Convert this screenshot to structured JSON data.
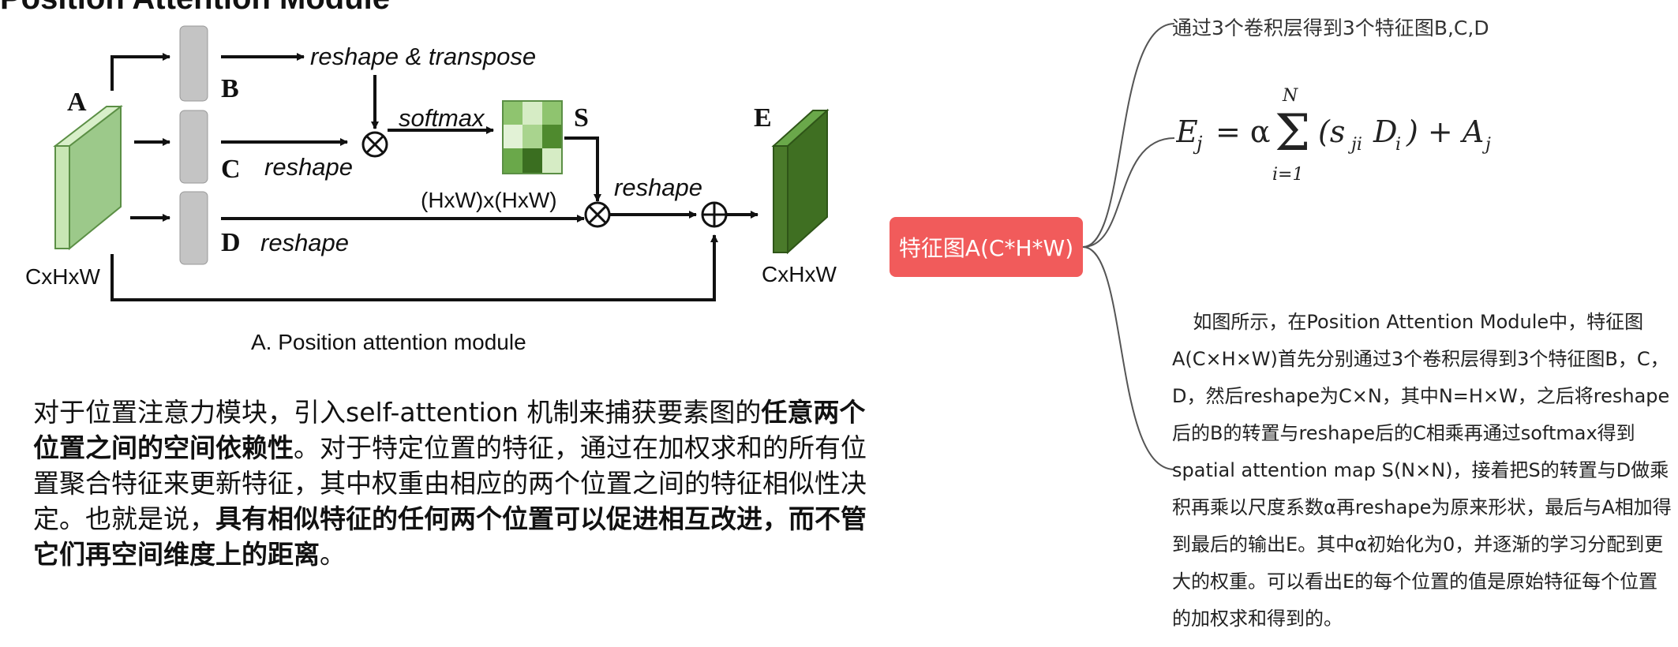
{
  "page_title": "Position Attention Module",
  "diagram": {
    "label_a": "A",
    "label_b": "B",
    "label_c": "C",
    "label_d": "D",
    "label_s": "S",
    "label_e": "E",
    "reshape_transpose": "reshape & transpose",
    "softmax": "softmax",
    "reshape_c": "reshape",
    "reshape_d": "reshape",
    "reshape_after": "reshape",
    "hwxhw": "(HxW)x(HxW)",
    "input_dim": "CxHxW",
    "output_dim": "CxHxW",
    "caption": "A. Position attention module"
  },
  "paragraph": {
    "p1": "对于位置注意力模块，引入self-attention 机制来捕获要素图的",
    "b1": "任意两个位置之间的空间依赖性",
    "p2": "。对于特定位置的特征，通过在加权求和的所有位置聚合特征来更新特征，其中权重由相应的两个位置之间的特征相似性决定。也就是说，",
    "b2": "具有相似特征的任何两个位置可以促进相互改进，而不管它们再空间维度上的距离",
    "p3": "。"
  },
  "mindmap": {
    "root": "特征图A(C*H*W)",
    "branch1": "通过3个卷积层得到3个特征图B,C,D",
    "formula_lhs": "E",
    "formula_sub_j": "j",
    "formula_eq": "= α",
    "formula_sum_top": "N",
    "formula_sum_bottom": "i=1",
    "formula_body": "(s",
    "formula_body_sub": "ji",
    "formula_body_d": "D",
    "formula_body_di": "i",
    "formula_tail": ") + A",
    "formula_tail_sub": "j",
    "description": "如图所示，在Position Attention Module中，特征图A(C×H×W)首先分别通过3个卷积层得到3个特征图B，C，D，然后reshape为C×N，其中N=H×W，之后将reshape后的B的转置与reshape后的C相乘再通过softmax得到spatial attention map S(N×N)，接着把S的转置与D做乘积再乘以尺度系数α再reshape为原来形状，最后与A相加得到最后的输出E。其中α初始化为0，并逐渐的学习分配到更大的权重。可以看出E的每个位置的值是原始特征每个位置的加权求和得到的。"
  },
  "colors": {
    "root_node": "#f15b5b",
    "feature_green_light": "#c8e6b4",
    "feature_green_dark": "#4a7a2a",
    "conv_gray": "#c0c0c0",
    "edge_gray": "#555555"
  }
}
